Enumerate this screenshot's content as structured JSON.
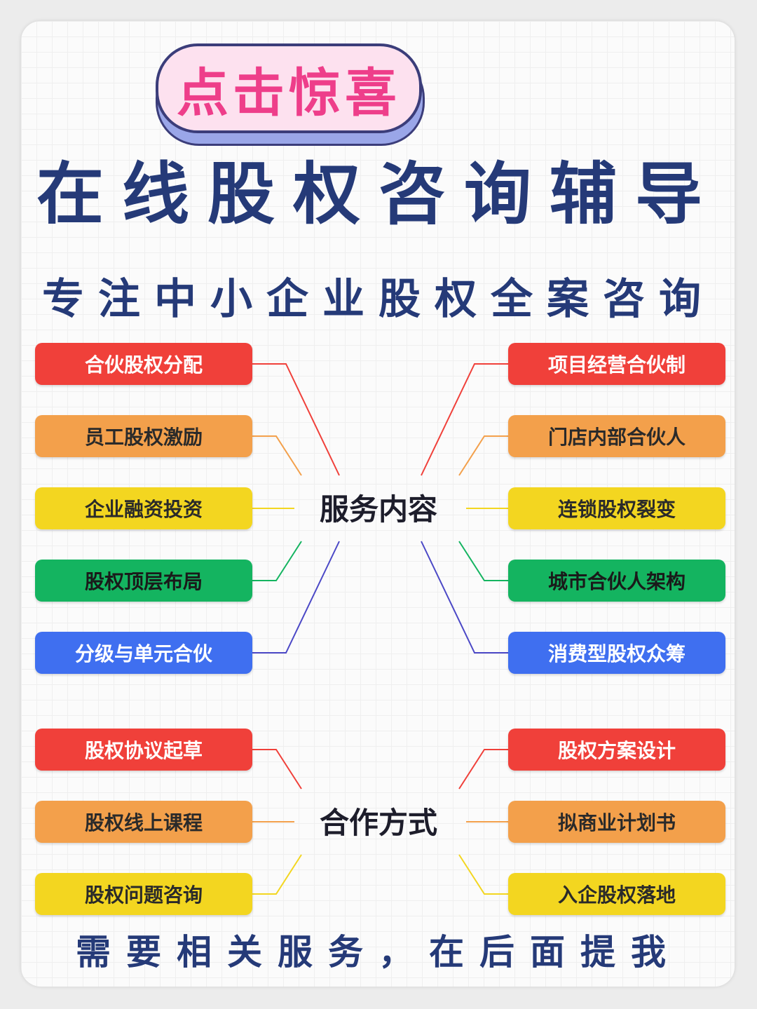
{
  "badge": {
    "label": "点击惊喜"
  },
  "title": "在线股权咨询辅导",
  "subtitle": "专注中小企业股权全案咨询",
  "service": {
    "hub": "服务内容",
    "left": [
      "合伙股权分配",
      "员工股权激励",
      "企业融资投资",
      "股权顶层布局",
      "分级与单元合伙"
    ],
    "right": [
      "项目经营合伙制",
      "门店内部合伙人",
      "连锁股权裂变",
      "城市合伙人架构",
      "消费型股权众筹"
    ]
  },
  "cooperation": {
    "hub": "合作方式",
    "left": [
      "股权协议起草",
      "股权线上课程",
      "股权问题咨询"
    ],
    "right": [
      "股权方案设计",
      "拟商业计划书",
      "入企股权落地"
    ]
  },
  "footer": "需要相关服务，在后面提我",
  "colors": {
    "red": "#f0403a",
    "orange": "#f3a04b",
    "yellow": "#f3d620",
    "green": "#14b460",
    "blue": "#3f6ff0",
    "title_navy": "#253a78",
    "badge_pink": "#ee3e8a"
  }
}
